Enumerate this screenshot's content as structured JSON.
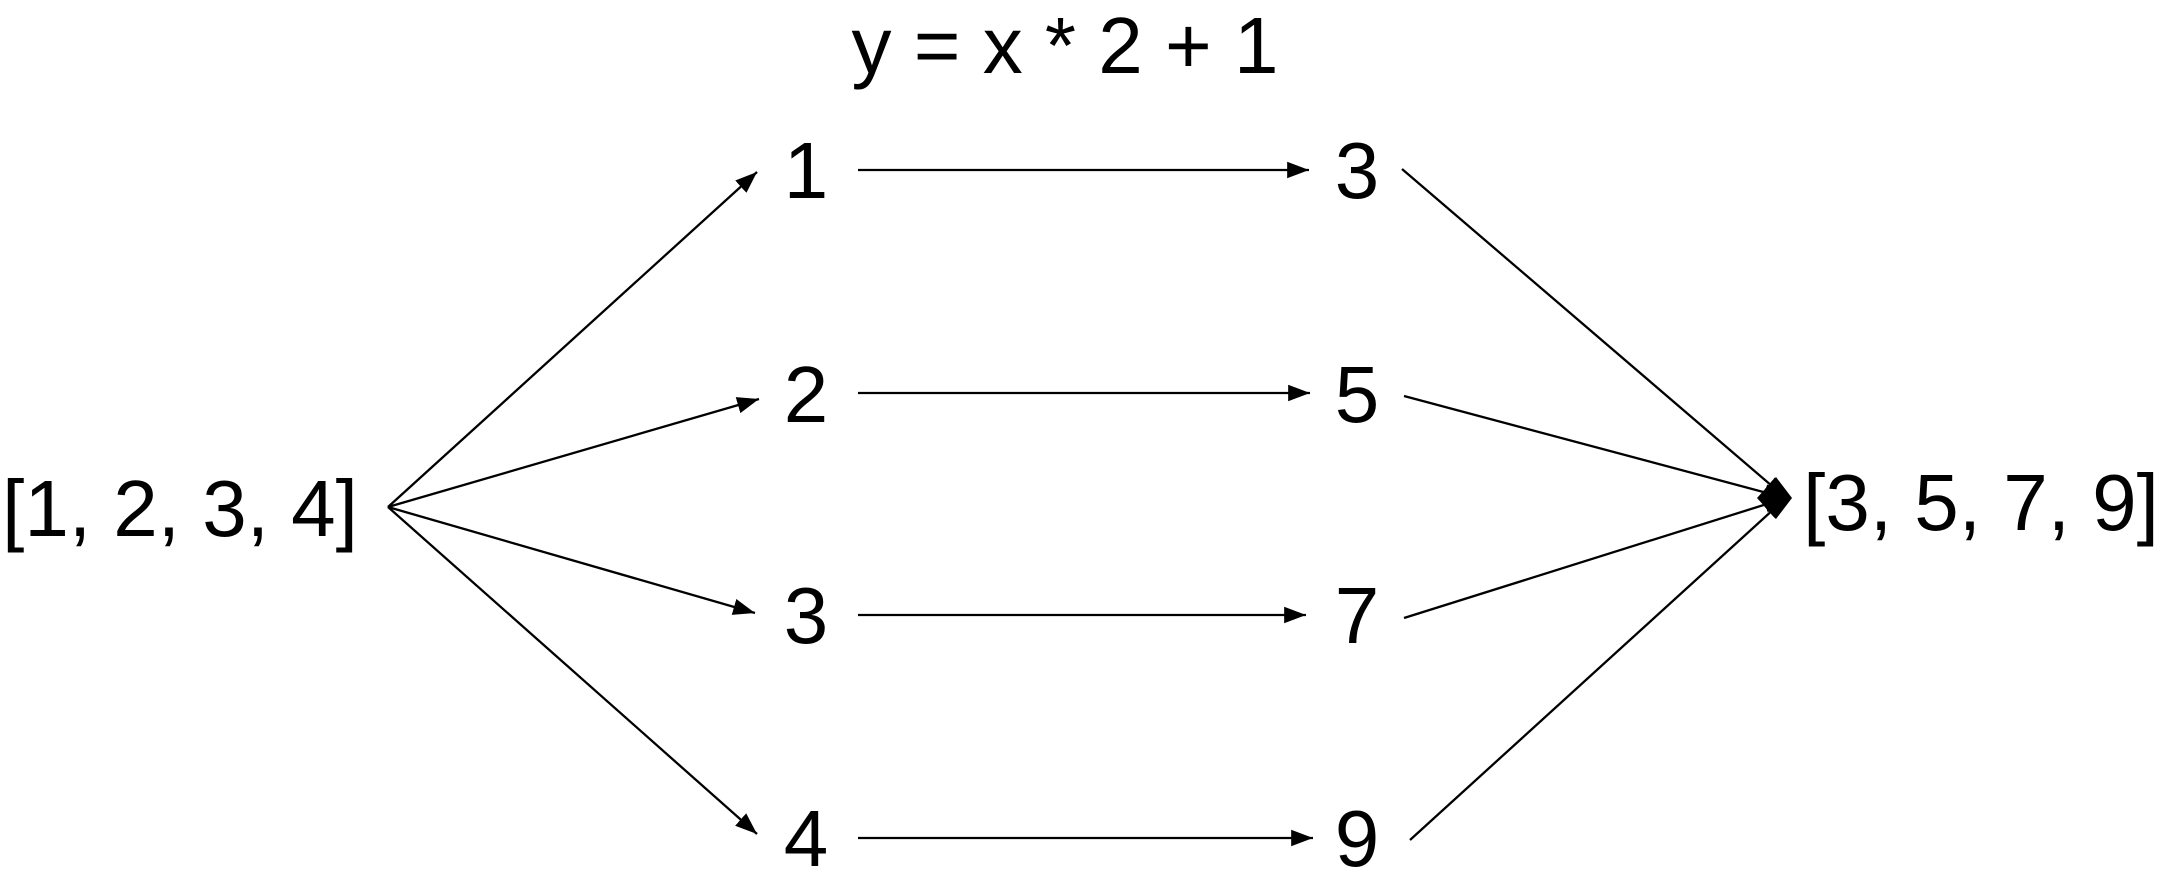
{
  "diagram": {
    "title": "y = x * 2 + 1",
    "input_list": "[1, 2, 3, 4]",
    "output_list": "[3, 5, 7, 9]",
    "text_color": "#000000",
    "line_color": "#000000",
    "background_color": "#ffffff",
    "mappings": [
      {
        "input": "1",
        "output": "3"
      },
      {
        "input": "2",
        "output": "5"
      },
      {
        "input": "3",
        "output": "7"
      },
      {
        "input": "4",
        "output": "9"
      }
    ]
  }
}
